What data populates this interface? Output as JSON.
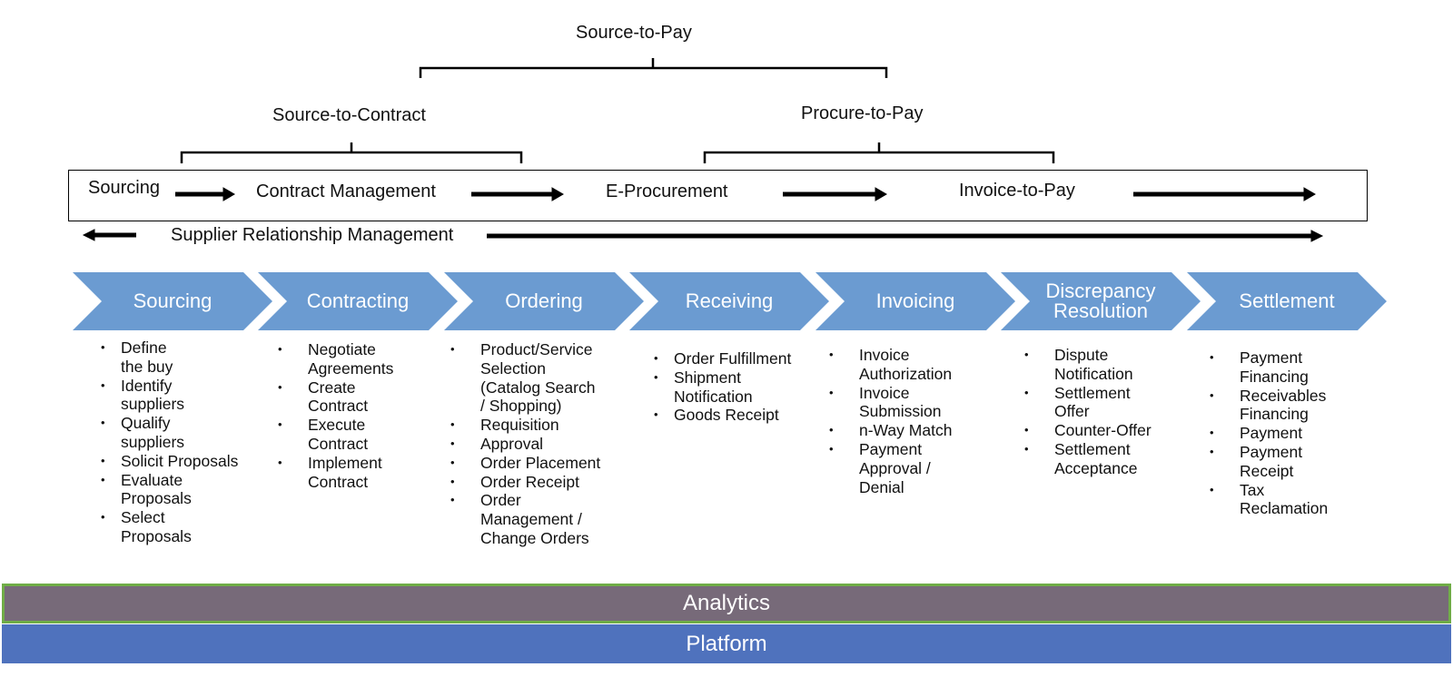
{
  "brackets": {
    "top": "Source-to-Pay",
    "left": "Source-to-Contract",
    "right": "Procure-to-Pay"
  },
  "flow": {
    "stage1": "Sourcing",
    "stage2": "Contract Management",
    "stage3": "E-Procurement",
    "stage4": "Invoice-to-Pay",
    "srm": "Supplier Relationship Management"
  },
  "chevrons": [
    {
      "label": "Sourcing",
      "items": [
        "Define\nthe buy",
        "Identify\nsuppliers",
        "Qualify\nsuppliers",
        "Solicit Proposals",
        "Evaluate\nProposals",
        "Select\nProposals"
      ]
    },
    {
      "label": "Contracting",
      "items": [
        "Negotiate\nAgreements",
        "Create\nContract",
        "Execute\nContract",
        "Implement\nContract"
      ]
    },
    {
      "label": "Ordering",
      "items": [
        "Product/Service\nSelection\n(Catalog Search\n/ Shopping)",
        "Requisition",
        "Approval",
        "Order Placement",
        "Order Receipt",
        "Order\nManagement /\nChange Orders"
      ]
    },
    {
      "label": "Receiving",
      "items": [
        "Order Fulfillment",
        "Shipment\nNotification",
        "Goods Receipt"
      ]
    },
    {
      "label": "Invoicing",
      "items": [
        "Invoice\nAuthorization",
        "Invoice\nSubmission",
        "n-Way Match",
        "Payment\nApproval /\nDenial"
      ]
    },
    {
      "label": "Discrepancy Resolution",
      "items": [
        "Dispute\nNotification",
        "Settlement\nOffer",
        "Counter-Offer",
        "Settlement\nAcceptance"
      ]
    },
    {
      "label": "Settlement",
      "items": [
        "Payment\nFinancing",
        "Receivables\nFinancing",
        "Payment",
        "Payment\nReceipt",
        "Tax\nReclamation"
      ]
    }
  ],
  "bands": {
    "analytics": "Analytics",
    "platform": "Platform"
  },
  "colors": {
    "chevron": "#6b9bd1",
    "analytics": "#776a79",
    "analytics_border": "#70ad47",
    "platform": "#4f72bd"
  }
}
